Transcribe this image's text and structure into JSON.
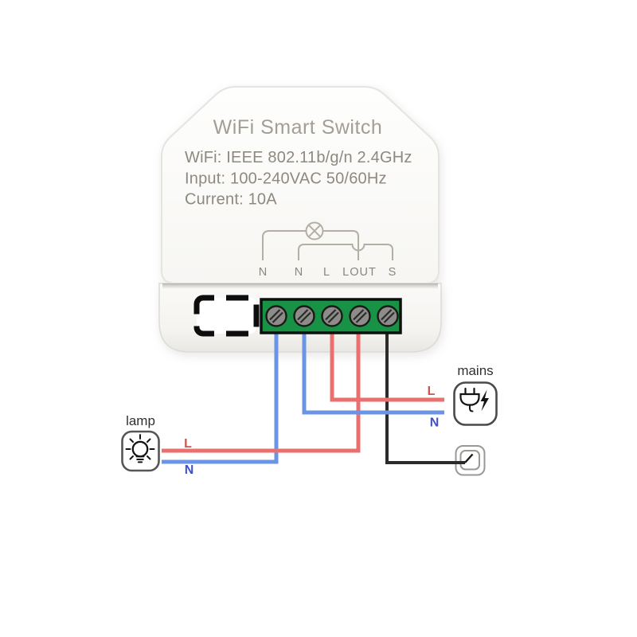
{
  "device": {
    "title": "WiFi Smart Switch",
    "specs": [
      "WiFi: IEEE 802.11b/g/n 2.4GHz",
      "Input: 100-240VAC 50/60Hz",
      "Current: 10A"
    ],
    "terminal_labels": [
      "N",
      "N",
      "L",
      "LOUT",
      "S"
    ]
  },
  "connections": {
    "lamp": {
      "label": "lamp",
      "live": "L",
      "neutral": "N"
    },
    "mains": {
      "label": "mains",
      "live": "L",
      "neutral": "N"
    }
  },
  "colors": {
    "live_wire": "#ec6f6f",
    "neutral_wire": "#6b94e4",
    "switch_wire": "#2b2b2b",
    "live_label": "#cf544b",
    "neutral_label": "#4150c8",
    "terminal_block": "#189245",
    "schematic_line": "#b3afa5",
    "spec_text": "#8d897f",
    "title_text": "#a29e95"
  },
  "icons": {
    "schematic_lamp": "circle-cross-lamp-symbol",
    "lamp": "light-bulb-with-rays",
    "mains": "power-plug-with-lightning-bolt",
    "switch": "wall-switch"
  }
}
